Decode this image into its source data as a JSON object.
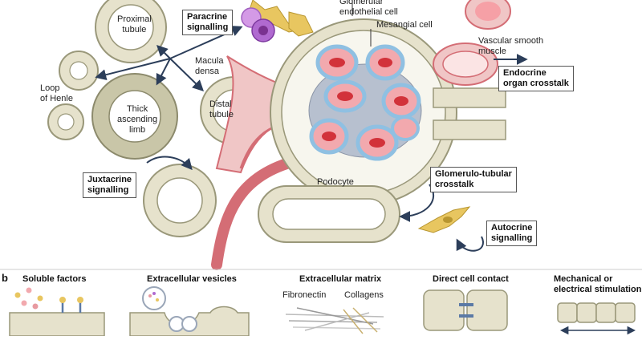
{
  "labels": {
    "proximal_tubule": "Proximal\ntubule",
    "loop_of_henle": "Loop\nof Henle",
    "thick_ascending_limb": "Thick\nascending\nlimb",
    "macula_densa": "Macula\ndensa",
    "distal_tubule": "Distal\ntubule",
    "glomerular_endothelial_cell": "Glomerular\nendothelial cell",
    "mesangial_cell": "Mesangial cell",
    "vascular_smooth_muscle": "Vascular smooth\nmuscle",
    "podocyte": "Podocyte",
    "fibronectin": "Fibronectin",
    "collagens": "Collagens"
  },
  "boxes": {
    "paracrine": "Paracrine\nsignalling",
    "endocrine": "Endocrine\norgan crosstalk",
    "juxtacrine": "Juxtacrine\nsignalling",
    "glomerulo_tubular": "Glomerulo-tubular\ncrosstalk",
    "autocrine": "Autocrine\nsignalling"
  },
  "panel_b": {
    "letter": "b",
    "soluble_factors": "Soluble factors",
    "extracellular_vesicles": "Extracellular vesicles",
    "extracellular_matrix": "Extracellular matrix",
    "direct_cell_contact": "Direct cell contact",
    "mechanical": "Mechanical or\nelectrical stimulation"
  },
  "colors": {
    "tubule_fill": "#e6e2cc",
    "tubule_stroke": "#9a987a",
    "thick_limb": "#c9c6a8",
    "vessel": "#e89aa0",
    "vessel_dark": "#d46d75",
    "podocyte": "#8fc0e2",
    "mesangial": "#9aa6b8",
    "fibroblast": "#e8c660",
    "vesicle": "#b06ad0",
    "arrow": "#2c3e5a",
    "rbc": "#d2323a"
  }
}
